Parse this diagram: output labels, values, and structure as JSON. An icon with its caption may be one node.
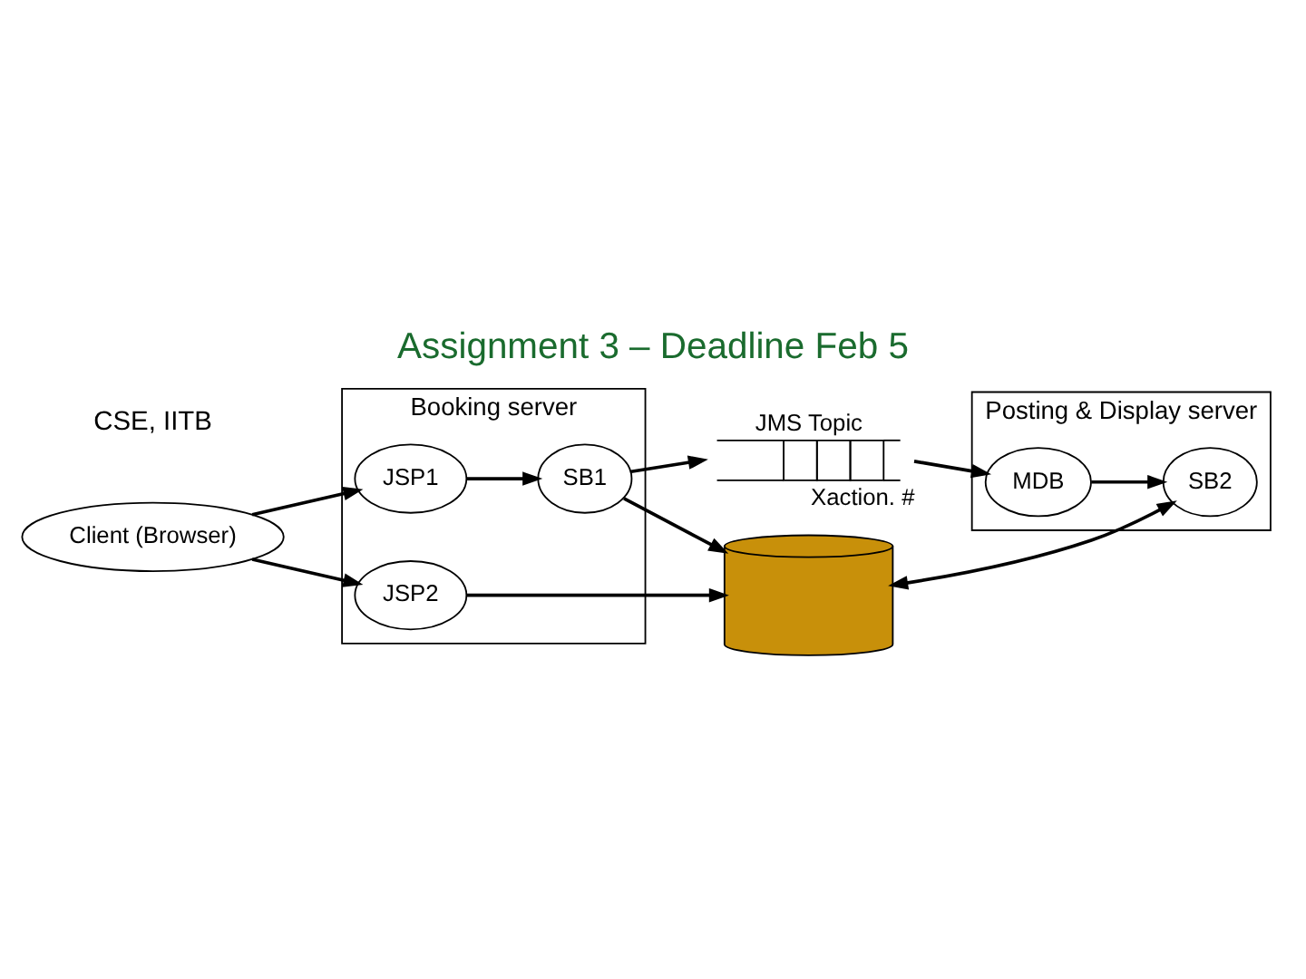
{
  "diagram": {
    "title": "Assignment 3 – Deadline Feb 5",
    "nodes": [
      {
        "text": [
          "Client (Browser)"
        ]
      },
      {
        "text": [
          "Booking server"
        ]
      },
      {
        "text": [
          "JSP1"
        ],
        "in": 1
      },
      {
        "text": [
          "JSP2"
        ],
        "in": 1
      },
      {
        "text": [
          "SB1"
        ],
        "in": 1
      },
      {
        "text": [
          "JMS Topic"
        ],
        "beside": [
          "Xaction. #"
        ]
      },
      {
        "text": [],
        "shape": "cylinder"
      },
      {
        "text": [
          "Posting & Display server"
        ]
      },
      {
        "text": [
          "MDB"
        ],
        "in": 7
      },
      {
        "text": [
          "SB2"
        ],
        "in": 7
      }
    ],
    "edges": [
      {
        "from": 0,
        "to": 2,
        "arrow": "to"
      },
      {
        "from": 0,
        "to": 3,
        "arrow": "to"
      },
      {
        "from": 2,
        "to": 4,
        "arrow": "to"
      },
      {
        "from": 4,
        "to": 5,
        "arrow": "to"
      },
      {
        "from": 4,
        "to": 6,
        "arrow": "to"
      },
      {
        "from": 3,
        "to": 6,
        "arrow": "to"
      },
      {
        "from": 5,
        "to": 8,
        "arrow": "to"
      },
      {
        "from": 8,
        "to": 9,
        "arrow": "to"
      },
      {
        "from": 6,
        "to": 9,
        "arrow": "both"
      }
    ],
    "labels": [
      "CSE, IITB"
    ]
  }
}
